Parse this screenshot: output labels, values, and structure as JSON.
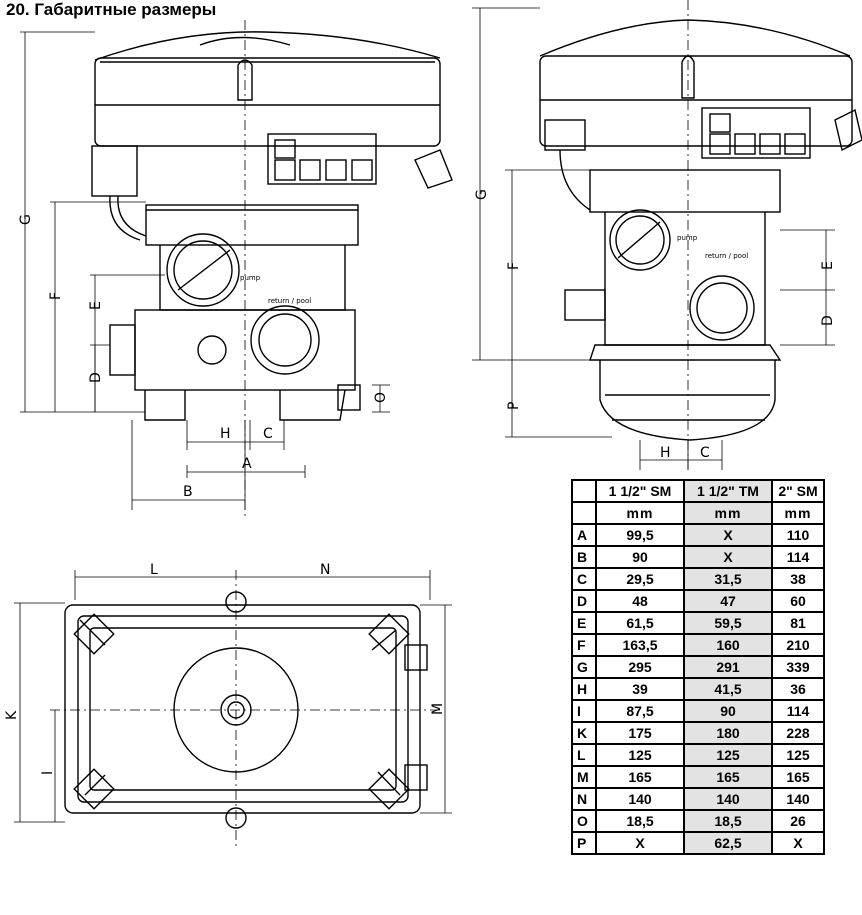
{
  "title": "20. Габаритные размеры",
  "labels": {
    "A": "A",
    "B": "B",
    "C": "C",
    "D": "D",
    "E": "E",
    "F": "F",
    "G": "G",
    "H": "H",
    "I": "I",
    "K": "K",
    "L": "L",
    "M": "M",
    "N": "N",
    "O": "O",
    "P": "P",
    "return_pool": "return / pool",
    "pump": "pump"
  },
  "table": {
    "headers": [
      "",
      "1 1/2\" SM",
      "1 1/2\" TM",
      "2\" SM"
    ],
    "units": [
      "",
      "mm",
      "mm",
      "mm"
    ],
    "rows": [
      [
        "A",
        "99,5",
        "X",
        "110"
      ],
      [
        "B",
        "90",
        "X",
        "114"
      ],
      [
        "C",
        "29,5",
        "31,5",
        "38"
      ],
      [
        "D",
        "48",
        "47",
        "60"
      ],
      [
        "E",
        "61,5",
        "59,5",
        "81"
      ],
      [
        "F",
        "163,5",
        "160",
        "210"
      ],
      [
        "G",
        "295",
        "291",
        "339"
      ],
      [
        "H",
        "39",
        "41,5",
        "36"
      ],
      [
        "I",
        "87,5",
        "90",
        "114"
      ],
      [
        "K",
        "175",
        "180",
        "228"
      ],
      [
        "L",
        "125",
        "125",
        "125"
      ],
      [
        "M",
        "165",
        "165",
        "165"
      ],
      [
        "N",
        "140",
        "140",
        "140"
      ],
      [
        "O",
        "18,5",
        "18,5",
        "26"
      ],
      [
        "P",
        "X",
        "62,5",
        "X"
      ]
    ]
  }
}
